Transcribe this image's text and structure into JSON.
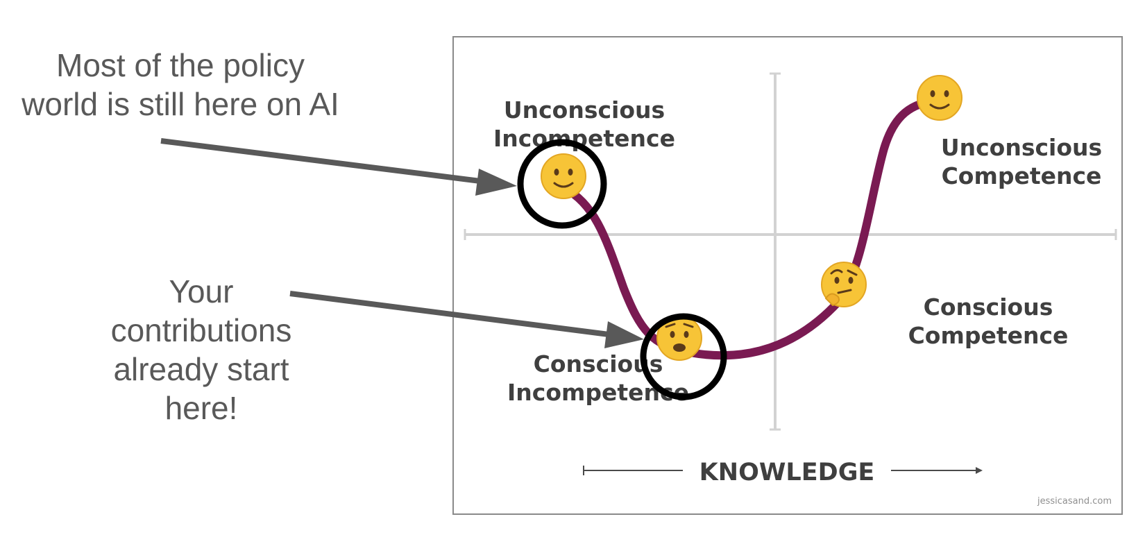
{
  "annotations": {
    "top": "Most of the policy\nworld is still here on AI",
    "bottom": "Your\ncontributions\nalready start\nhere!"
  },
  "diagram": {
    "quadrants": {
      "unconscious_incompetence": "Unconscious\nIncompetence",
      "conscious_incompetence": "Conscious\nIncompetence",
      "conscious_competence": "Conscious\nCompetence",
      "unconscious_competence": "Unconscious\nCompetence"
    },
    "axis_label": "KNOWLEDGE",
    "credit": "jessicasand.com",
    "curve_color": "#7a1a52",
    "icons": [
      "slightly-smiling-face-icon",
      "anxious-face-icon",
      "thinking-face-icon",
      "slightly-smiling-face-icon"
    ]
  }
}
